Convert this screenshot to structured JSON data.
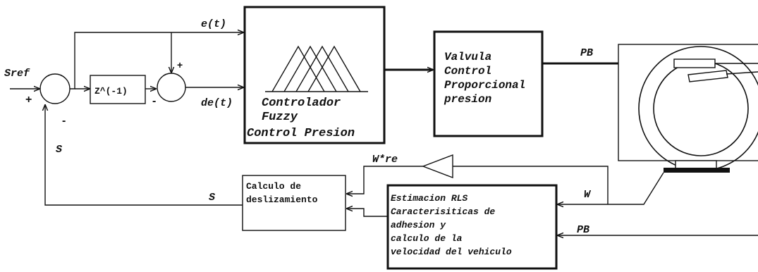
{
  "signals": {
    "sref": "Sref",
    "e_t": "e(t)",
    "de_t": "de(t)",
    "pb_top": "PB",
    "pb_bottom": "PB",
    "s_left": "S",
    "s_mid": "S",
    "w_re": "W*re",
    "w": "W"
  },
  "signs": {
    "sum1_plus": "+",
    "sum1_minus": "-",
    "sum2_plus": "+",
    "sum2_minus": "-"
  },
  "blocks": {
    "delay": "Z^(-1)",
    "fuzzy_line1": "Controlador",
    "fuzzy_line2": "Fuzzy",
    "fuzzy_line3": "Control Presion",
    "valve_line1": "Valvula",
    "valve_line2": "Control",
    "valve_line3": "Proporcional",
    "valve_line4": "presion",
    "slip_line1": "Calculo de",
    "slip_line2": "deslizamiento",
    "rls_line1": "Estimacion RLS",
    "rls_line2": "Caracterisiticas de",
    "rls_line3": "adhesion y",
    "rls_line4": "calculo de la",
    "rls_line5": "velocidad del vehiculo"
  }
}
